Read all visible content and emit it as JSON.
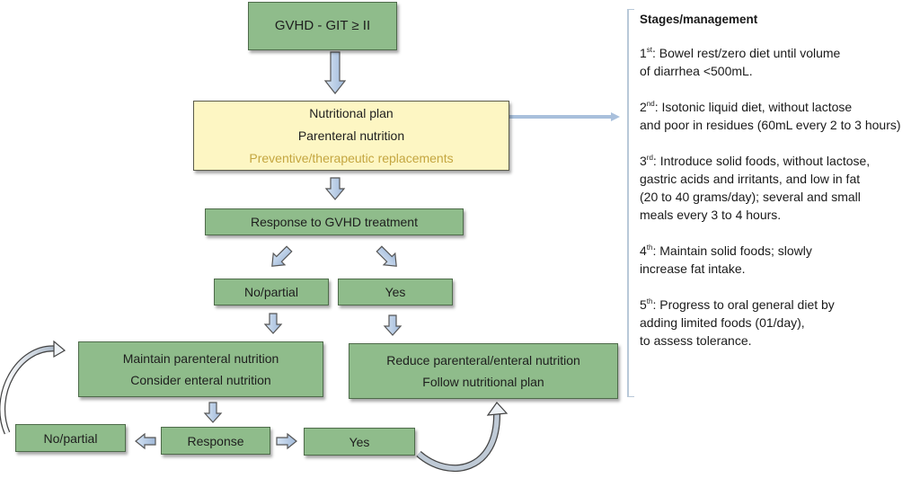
{
  "flowchart": {
    "start": "GVHD - GIT ≥ II",
    "plan": {
      "line1": "Nutritional plan",
      "line2": "Parenteral nutrition",
      "line3": "Preventive/therapeutic replacements"
    },
    "response_treatment": "Response to GVHD treatment",
    "no_partial_1": "No/partial",
    "yes_1": "Yes",
    "maintain": {
      "line1": "Maintain parenteral nutrition",
      "line2": "Consider enteral nutrition"
    },
    "reduce": {
      "line1": "Reduce parenteral/enteral nutrition",
      "line2": "Follow nutritional plan"
    },
    "no_partial_2": "No/partial",
    "response": "Response",
    "yes_2": "Yes"
  },
  "stages": {
    "title": "Stages/management",
    "items": [
      {
        "num": "1",
        "suffix": "st",
        "line1": ": Bowel rest/zero diet until volume",
        "rest": [
          "of diarrhea <500mL."
        ]
      },
      {
        "num": "2",
        "suffix": "nd",
        "line1": ": Isotonic liquid diet, without lactose",
        "rest": [
          "and poor in residues (60mL every 2 to 3 hours)"
        ]
      },
      {
        "num": "3",
        "suffix": "rd",
        "line1": ": Introduce solid foods, without lactose,",
        "rest": [
          "gastric acids and irritants, and low in fat",
          "(20 to 40 grams/day); several and small",
          "meals every 3 to 4 hours."
        ]
      },
      {
        "num": "4",
        "suffix": "th",
        "line1": ": Maintain solid foods; slowly",
        "rest": [
          "increase fat intake."
        ]
      },
      {
        "num": "5",
        "suffix": "th",
        "line1": ": Progress to oral general diet by",
        "rest": [
          "adding limited foods (01/day),",
          "to assess tolerance."
        ]
      }
    ]
  },
  "colors": {
    "box_green": "#8fbc8b",
    "box_yellow": "#fdf6c3",
    "replacement_text": "#c4a640",
    "arrow_fill": "#b9cfe8"
  }
}
